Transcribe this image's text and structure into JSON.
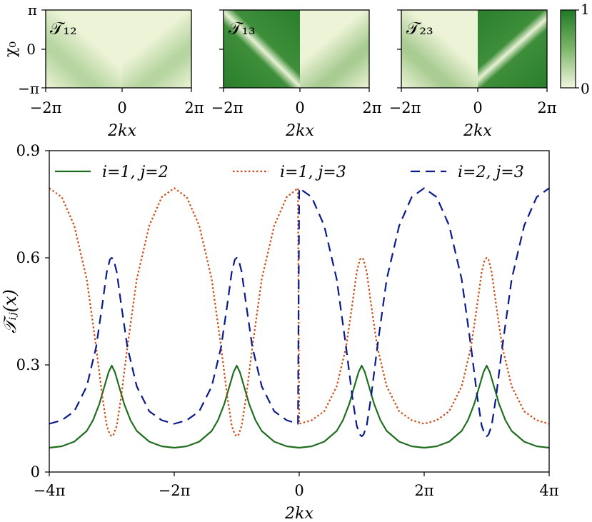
{
  "chart_data": [
    {
      "type": "heatmap",
      "panel_label": "𝒯₁₂",
      "x_ticks": [
        "−2π",
        "0",
        "2π"
      ],
      "y_ticks": [
        "π",
        "0",
        "−π"
      ],
      "xlabel": "2kx",
      "ylabel": "χ₀",
      "xlim": [
        -6.2832,
        6.2832
      ],
      "ylim": [
        -3.1416,
        3.1416
      ],
      "pattern": "V-shaped light stripes (faint)"
    },
    {
      "type": "heatmap",
      "panel_label": "𝒯₁₃",
      "x_ticks": [
        "−2π",
        "0",
        "2π"
      ],
      "xlabel": "2kx",
      "xlim": [
        -6.2832,
        6.2832
      ],
      "ylim": [
        -3.1416,
        3.1416
      ],
      "pattern": "dark left half with light diagonal stripe, light V right half"
    },
    {
      "type": "heatmap",
      "panel_label": "𝒯₂₃",
      "x_ticks": [
        "−2π",
        "0",
        "2π"
      ],
      "xlabel": "2kx",
      "xlim": [
        -6.2832,
        6.2832
      ],
      "ylim": [
        -3.1416,
        3.1416
      ],
      "pattern": "light left half, dark right half with light diagonal stripe"
    },
    {
      "type": "colorbar",
      "ticks": [
        "1",
        "0"
      ],
      "colors": [
        "#f1f6e0",
        "#1e7a24"
      ]
    },
    {
      "type": "line",
      "xlabel": "2kx",
      "ylabel": "𝒯ᵢⱼ(x)",
      "xlim": [
        -4,
        4
      ],
      "x_unit": "π",
      "ylim": [
        0,
        0.9
      ],
      "x_ticks": [
        {
          "value": -4,
          "label": "−4π"
        },
        {
          "value": -2,
          "label": "−2π"
        },
        {
          "value": 0,
          "label": "0"
        },
        {
          "value": 2,
          "label": "2π"
        },
        {
          "value": 4,
          "label": "4π"
        }
      ],
      "y_ticks": [
        {
          "value": 0,
          "label": "0"
        },
        {
          "value": 0.3,
          "label": "0.3"
        },
        {
          "value": 0.6,
          "label": "0.6"
        },
        {
          "value": 0.9,
          "label": "0.9"
        }
      ],
      "legend_position": "top",
      "series": [
        {
          "name": "i=1, j=2",
          "color": "#1e6e1e",
          "style": "solid",
          "x": [
            -4,
            -3.8,
            -3.6,
            -3.4,
            -3.3,
            -3.2,
            -3.1,
            -3.05,
            -3,
            -2.95,
            -2.9,
            -2.8,
            -2.7,
            -2.6,
            -2.4,
            -2.2,
            -2,
            -1.8,
            -1.6,
            -1.4,
            -1.3,
            -1.2,
            -1.1,
            -1.05,
            -1,
            -0.95,
            -0.9,
            -0.8,
            -0.7,
            -0.6,
            -0.4,
            -0.2,
            0,
            0.2,
            0.4,
            0.6,
            0.7,
            0.8,
            0.9,
            0.95,
            1,
            1.05,
            1.1,
            1.2,
            1.3,
            1.4,
            1.6,
            1.8,
            2,
            2.2,
            2.4,
            2.6,
            2.7,
            2.8,
            2.9,
            2.95,
            3,
            3.05,
            3.1,
            3.2,
            3.3,
            3.4,
            3.6,
            3.8,
            4
          ],
          "y": [
            0.068,
            0.072,
            0.085,
            0.115,
            0.145,
            0.19,
            0.25,
            0.28,
            0.298,
            0.28,
            0.25,
            0.19,
            0.145,
            0.115,
            0.085,
            0.072,
            0.068,
            0.072,
            0.085,
            0.115,
            0.145,
            0.19,
            0.25,
            0.28,
            0.298,
            0.28,
            0.25,
            0.19,
            0.145,
            0.115,
            0.085,
            0.072,
            0.068,
            0.072,
            0.085,
            0.115,
            0.145,
            0.19,
            0.25,
            0.28,
            0.298,
            0.28,
            0.25,
            0.19,
            0.145,
            0.115,
            0.085,
            0.072,
            0.068,
            0.072,
            0.085,
            0.115,
            0.145,
            0.19,
            0.25,
            0.28,
            0.298,
            0.28,
            0.25,
            0.19,
            0.145,
            0.115,
            0.085,
            0.072,
            0.068
          ]
        },
        {
          "name": "i=1, j=3",
          "color": "#cc4a12",
          "style": "dotted",
          "x": [
            -4,
            -3.8,
            -3.6,
            -3.4,
            -3.25,
            -3.15,
            -3.08,
            -3.03,
            -3,
            -2.97,
            -2.92,
            -2.85,
            -2.75,
            -2.6,
            -2.4,
            -2.2,
            -2,
            -1.8,
            -1.6,
            -1.4,
            -1.25,
            -1.15,
            -1.08,
            -1.03,
            -1,
            -0.97,
            -0.92,
            -0.85,
            -0.75,
            -0.6,
            -0.4,
            -0.2,
            -0.02,
            0,
            0.2,
            0.4,
            0.6,
            0.75,
            0.85,
            0.92,
            0.97,
            1,
            1.03,
            1.08,
            1.15,
            1.25,
            1.4,
            1.6,
            1.8,
            2,
            2.2,
            2.4,
            2.6,
            2.75,
            2.85,
            2.92,
            2.97,
            3,
            3.03,
            3.08,
            3.15,
            3.25,
            3.4,
            3.6,
            3.8,
            4
          ],
          "y": [
            0.795,
            0.77,
            0.69,
            0.54,
            0.35,
            0.21,
            0.13,
            0.105,
            0.1,
            0.105,
            0.13,
            0.21,
            0.35,
            0.54,
            0.69,
            0.77,
            0.795,
            0.77,
            0.69,
            0.54,
            0.35,
            0.21,
            0.13,
            0.105,
            0.1,
            0.105,
            0.13,
            0.21,
            0.35,
            0.54,
            0.69,
            0.77,
            0.795,
            0.135,
            0.145,
            0.17,
            0.24,
            0.35,
            0.47,
            0.56,
            0.595,
            0.6,
            0.595,
            0.56,
            0.47,
            0.35,
            0.24,
            0.17,
            0.145,
            0.135,
            0.145,
            0.17,
            0.24,
            0.35,
            0.47,
            0.56,
            0.595,
            0.6,
            0.595,
            0.56,
            0.47,
            0.35,
            0.24,
            0.17,
            0.145,
            0.135
          ]
        },
        {
          "name": "i=2, j=3",
          "color": "#0a1a8a",
          "style": "dashed",
          "x": [
            -4,
            -3.8,
            -3.6,
            -3.4,
            -3.25,
            -3.15,
            -3.08,
            -3.03,
            -3,
            -2.97,
            -2.92,
            -2.85,
            -2.75,
            -2.6,
            -2.4,
            -2.2,
            -2,
            -1.8,
            -1.6,
            -1.4,
            -1.25,
            -1.15,
            -1.08,
            -1.03,
            -1,
            -0.97,
            -0.92,
            -0.85,
            -0.75,
            -0.6,
            -0.4,
            -0.2,
            -0.02,
            0,
            0.2,
            0.4,
            0.6,
            0.75,
            0.85,
            0.92,
            0.97,
            1,
            1.03,
            1.08,
            1.15,
            1.25,
            1.4,
            1.6,
            1.8,
            2,
            2.2,
            2.4,
            2.6,
            2.75,
            2.85,
            2.92,
            2.97,
            3,
            3.03,
            3.08,
            3.15,
            3.25,
            3.4,
            3.6,
            3.8,
            4
          ],
          "y": [
            0.135,
            0.145,
            0.17,
            0.24,
            0.35,
            0.47,
            0.56,
            0.595,
            0.6,
            0.595,
            0.56,
            0.47,
            0.35,
            0.24,
            0.17,
            0.145,
            0.135,
            0.145,
            0.17,
            0.24,
            0.35,
            0.47,
            0.56,
            0.595,
            0.6,
            0.595,
            0.56,
            0.47,
            0.35,
            0.24,
            0.17,
            0.145,
            0.135,
            0.795,
            0.77,
            0.69,
            0.54,
            0.35,
            0.21,
            0.13,
            0.105,
            0.1,
            0.105,
            0.13,
            0.21,
            0.35,
            0.54,
            0.69,
            0.77,
            0.795,
            0.77,
            0.69,
            0.54,
            0.35,
            0.21,
            0.13,
            0.105,
            0.1,
            0.105,
            0.13,
            0.21,
            0.35,
            0.54,
            0.69,
            0.77,
            0.795
          ]
        }
      ]
    }
  ]
}
